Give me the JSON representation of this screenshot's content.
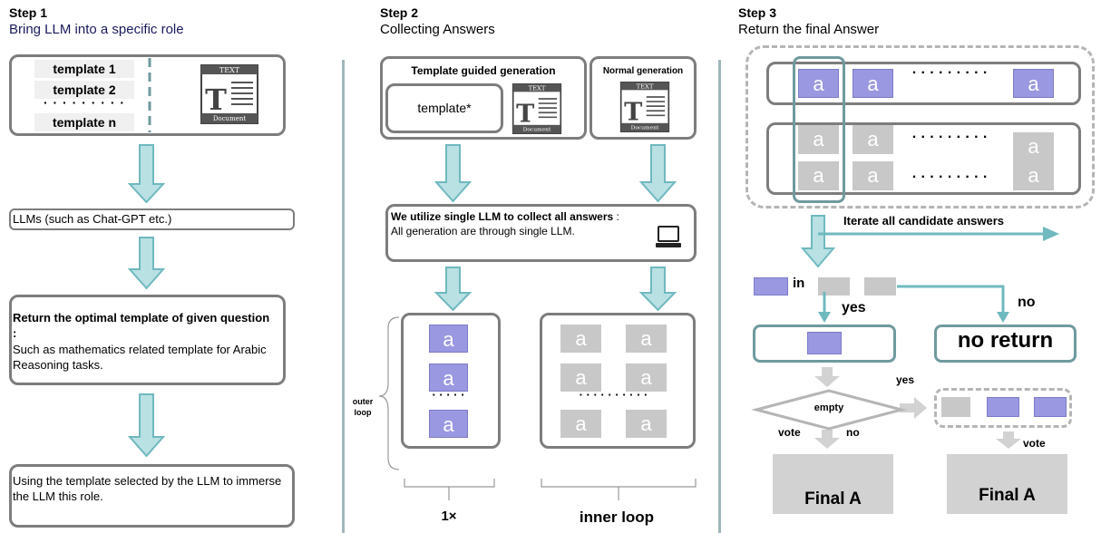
{
  "step1": {
    "heading": "Step 1",
    "subtitle": "Bring LLM into a specific role",
    "templates": [
      "template 1",
      "template 2",
      "· · · · · · · · ·",
      "template n"
    ],
    "llm_box": "LLMs (such as Chat-GPT etc.)",
    "optimal_bold": "Return the optimal template of given question :",
    "optimal_text": "Such as mathematics related template for Arabic Reasoning tasks.",
    "immerse_text": "Using the template selected by the LLM to immerse the LLM this role."
  },
  "step2": {
    "heading": "Step 2",
    "subtitle": "Collecting Answers",
    "guided_title": "Template guided generation",
    "template_star": "template*",
    "normal_title": "Normal generation",
    "collect_bold": "We utilize single LLM to collect all answers",
    "collect_colon": " :",
    "collect_text": "All generation are through single LLM.",
    "outer_loop": "outer loop",
    "times_label": "1×",
    "inner_loop": "inner loop",
    "cell_letter": "a",
    "dots_short": "· · · · ·",
    "dots_long": "· · · · · · · · · ·"
  },
  "step3": {
    "heading": "Step 3",
    "subtitle": "Return the final Answer",
    "dots": "· · · · · · · · ·",
    "iterate": "Iterate all candidate answers",
    "in_label": "in",
    "yes1": "yes",
    "no1": "no",
    "no_return": "no return",
    "empty": "empty",
    "yes2": "yes",
    "vote1": "vote",
    "no2": "no",
    "vote2": "vote",
    "final1": "Final A",
    "final2": "Final A"
  },
  "doc_icon": {
    "top_text": "TEXT",
    "letter": "T",
    "bottom_text": "Document"
  },
  "colors": {
    "purple": "#9a98e0",
    "gray_cell": "#c8c8c8",
    "teal_arrow": "#b9e0e3",
    "teal_line": "#6fb9bf",
    "box_gray": "#7d7d7d"
  }
}
